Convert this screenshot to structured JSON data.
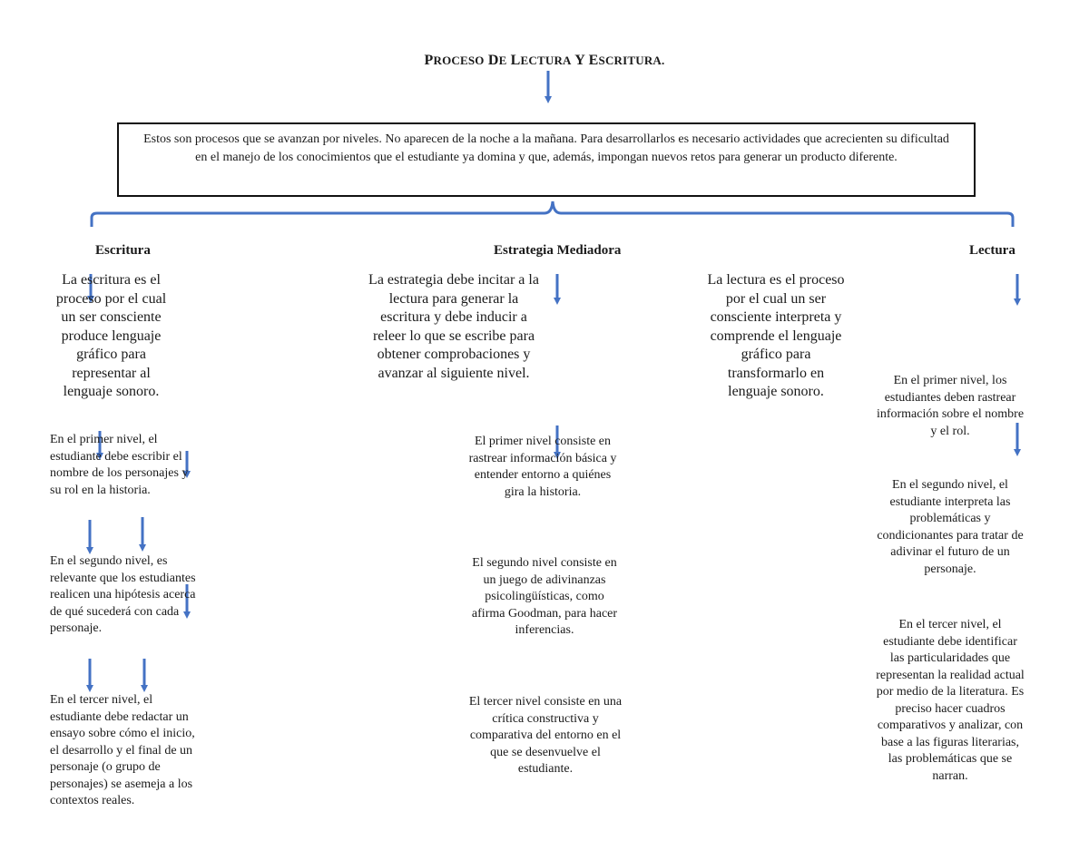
{
  "title": {
    "p1_big": "P",
    "p1_small": "ROCESO",
    "p2_big": "D",
    "p2_small": "E",
    "p3_big": "L",
    "p3_small": "ECTURA",
    "p4_big": "Y",
    "p5_big": "E",
    "p5_small": "SCRITURA."
  },
  "intro": "Estos son procesos que se avanzan por niveles.  No aparecen de la noche a la mañana. Para desarrollarlos es necesario actividades que acrecienten su dificultad en el manejo de los conocimientos que el estudiante ya domina y que, además, impongan nuevos retos para generar un producto diferente.",
  "columns": {
    "escritura": {
      "heading": "Escritura",
      "definition": "La escritura es el proceso por el cual un ser consciente produce lenguaje gráfico para representar al lenguaje sonoro.",
      "level1": "En el primer nivel, el estudiante debe escribir el nombre de los personajes y su rol en la historia.",
      "level2": "En el segundo nivel, es relevante que los estudiantes realicen una hipótesis acerca de qué sucederá con cada personaje.",
      "level3": "En el tercer nivel, el estudiante debe redactar un ensayo sobre cómo el inicio, el desarrollo y el final de un personaje (o grupo de personajes) se asemeja a los contextos reales."
    },
    "estrategia": {
      "heading": "Estrategia Mediadora",
      "definition": "La estrategia debe incitar a la lectura para generar la escritura y debe inducir a releer lo que se escribe para obtener comprobaciones y avanzar al siguiente nivel.",
      "level1": "El primer nivel consiste en rastrear información básica y entender entorno a quiénes gira la historia.",
      "level2": "El segundo nivel consiste en un juego de adivinanzas psicolingüísticas, como afirma Goodman, para hacer inferencias.",
      "level3": "El tercer nivel consiste en una crítica constructiva y comparativa del entorno en el que se desenvuelve el estudiante."
    },
    "lectura_def": {
      "definition": "La lectura es el proceso por el cual un ser consciente interpreta y comprende el lenguaje gráfico para transformarlo en lenguaje sonoro."
    },
    "lectura": {
      "heading": "Lectura",
      "level1": "En el primer nivel, los estudiantes deben rastrear información sobre el nombre y el rol.",
      "level2": "En el segundo nivel, el estudiante interpreta las problemáticas y condicionantes para tratar de adivinar el futuro de un personaje.",
      "level3": "En el tercer nivel, el estudiante debe identificar las particularidades que representan la realidad actual por medio de la literatura. Es preciso hacer cuadros comparativos y analizar, con base a las figuras literarias, las problemáticas que se narran."
    }
  },
  "colors": {
    "arrow": "#4472C4",
    "border": "#111111",
    "text": "#1a1a1a"
  }
}
